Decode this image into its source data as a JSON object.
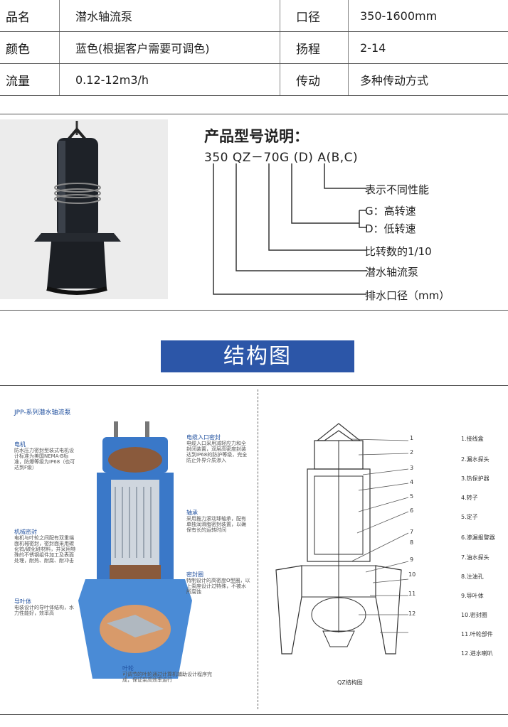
{
  "spec_rows": [
    {
      "k1": "品名",
      "v1": "潜水轴流泵",
      "k2": "口径",
      "v2": "350-1600mm"
    },
    {
      "k1": "颜色",
      "v1": "蓝色(根据客户需要可调色)",
      "k2": "扬程",
      "v2": "2-14"
    },
    {
      "k1": "流量",
      "v1": "0.12-12m3/h",
      "k2": "传动",
      "v2": "多种传动方式"
    }
  ],
  "model": {
    "title": "产品型号说明：",
    "code": "350 QZ－70G (D) A(B,C)",
    "labels": {
      "perf": "表示不同性能",
      "g": "G：高转速",
      "d": "D：低转速",
      "ratio": "比转数的1/10",
      "pump": "潜水轴流泵",
      "diameter": "排水口径（mm）"
    }
  },
  "banner": "结构图",
  "left_diagram": {
    "title": "JPP-系列潜水轴流泵",
    "notes": {
      "motor": {
        "head": "电机",
        "body": "防水压力密封型装式电机设计标准为美国NEMA-B标准，防爆等级为IP68（也可达到F级）"
      },
      "seal": {
        "head": "机械密封",
        "body": "电机与叶轮之间配有双重端面机械密封，密封面采用碳化钨/碳化硅材料，并采用特殊的不锈钢组件加工及表面处理，耐热、耐腐、耐冲击"
      },
      "guide": {
        "head": "导叶体",
        "body": "电装设计的导叶体结构，水力性能好，效率高"
      },
      "cable": {
        "head": "电缆入口密封",
        "body": "电缆入口采用减轻应力和全封闭装置，双层高密度封装达到IP68的防护等级，完全防止外界介质渗入"
      },
      "bearing": {
        "head": "轴承",
        "body": "采用推力滚动球轴承，配有单独润滑脂密封装置，以确保有长的运转时间"
      },
      "oring": {
        "head": "密封圈",
        "body": "特制设计的高密度O型圈，以上泵座设计过特殊，不被水所腐蚀"
      },
      "impeller": {
        "head": "叶轮",
        "body": "可调节的叶轮通过计算机辅助设计程序完成，保证泵高效率运行"
      }
    }
  },
  "right_diagram": {
    "caption": "QZ结构图",
    "parts": [
      "1.接线盒",
      "2.漏水探头",
      "3.热保护器",
      "4.转子",
      "5.定子",
      "6.渗漏报警器",
      "7.油水探头",
      "8.注油孔",
      "9.导叶体",
      "10.密封圈",
      "11.叶轮部件",
      "12.进水喇叭"
    ],
    "numbers": [
      "1",
      "2",
      "3",
      "4",
      "5",
      "6",
      "7",
      "8",
      "9",
      "10",
      "11",
      "12"
    ]
  },
  "colors": {
    "banner": "#2c56a8",
    "pump_blue": "#3a78c8",
    "motor_brown": "#8a5a3c"
  }
}
